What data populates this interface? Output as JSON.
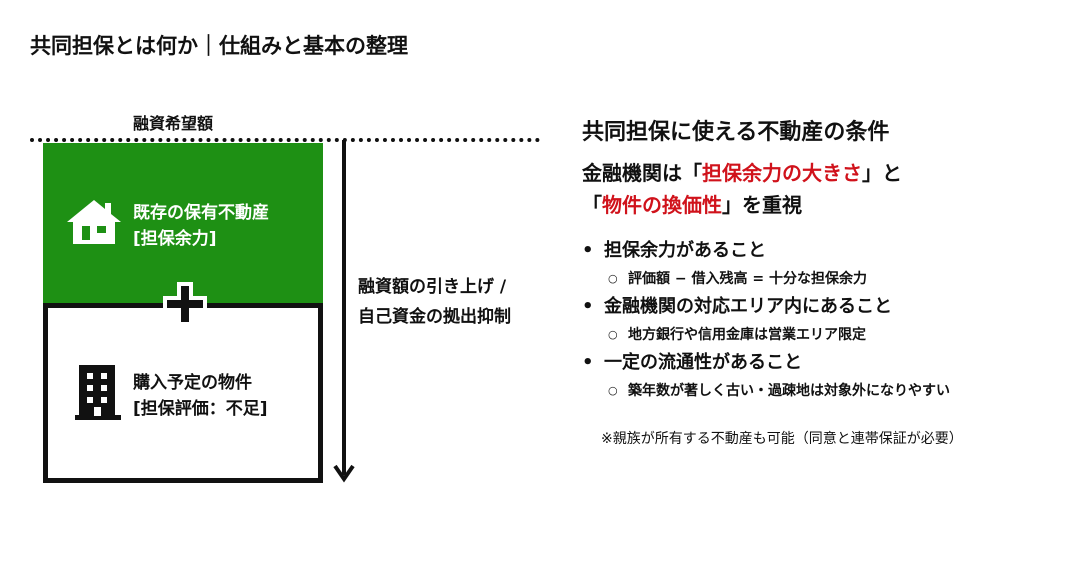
{
  "title": "共同担保とは何か｜仕組みと基本の整理",
  "diagram": {
    "top_label": "融資希望額",
    "existing": {
      "line1": "既存の保有不動産",
      "line2": "[担保余力]"
    },
    "purchase": {
      "line1": "購入予定の物件",
      "line2": "[担保評価：不足]"
    },
    "arrow_label": {
      "line1": "融資額の引き上げ /",
      "line2": "自己資金の拠出抑制"
    },
    "colors": {
      "green": "#1e9014",
      "red": "#d0121b"
    }
  },
  "conditions": {
    "title": "共同担保に使える不動産の条件",
    "sub": {
      "p1": "金融機関は「",
      "hl1": "担保余力の大きさ",
      "p2": "」と",
      "p3": "「",
      "hl2": "物件の換価性",
      "p4": "」を重視"
    },
    "items": [
      {
        "label": "担保余力があること",
        "sub": "評価額 − 借入残高 = 十分な担保余力"
      },
      {
        "label": "金融機関の対応エリア内にあること",
        "sub": "地方銀行や信用金庫は営業エリア限定"
      },
      {
        "label": "一定の流通性があること",
        "sub": "築年数が著しく古い・過疎地は対象外になりやすい"
      }
    ],
    "note": "※親族が所有する不動産も可能（同意と連帯保証が必要）"
  }
}
